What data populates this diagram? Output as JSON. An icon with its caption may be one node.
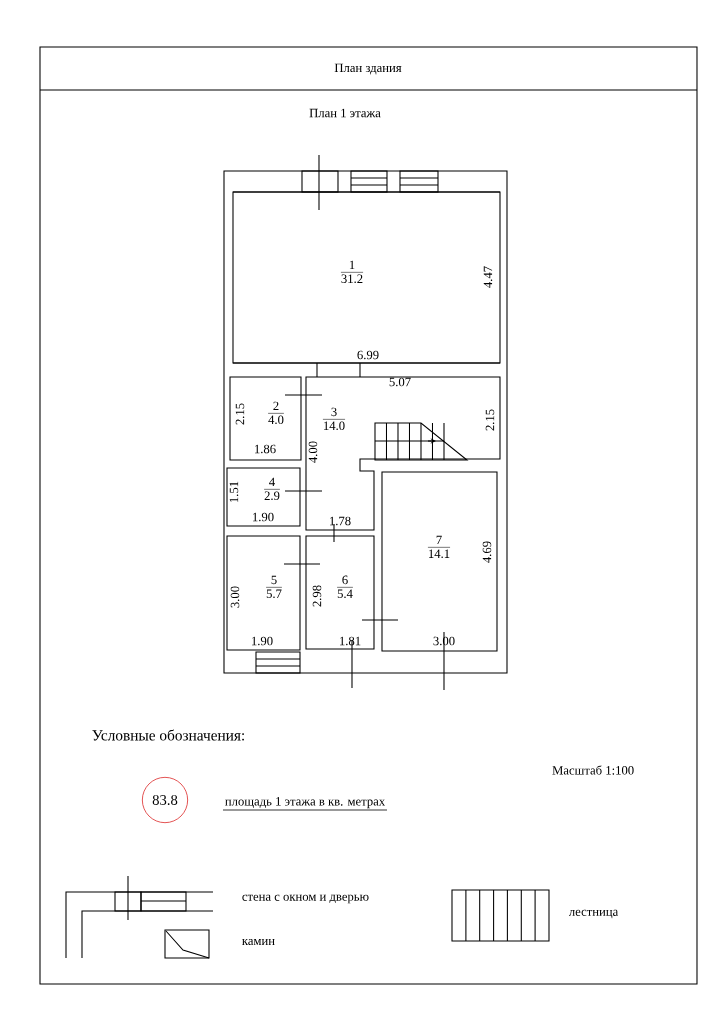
{
  "diagram": {
    "title": "План здания",
    "nodes": [
      {
        "text": [
          "1",
          "31.2"
        ]
      },
      {
        "text": [
          "2",
          "4.0"
        ]
      },
      {
        "text": [
          "3",
          "14.0"
        ]
      },
      {
        "text": [
          "4",
          "2.9"
        ]
      },
      {
        "text": [
          "5",
          "5.7"
        ]
      },
      {
        "text": [
          "6",
          "5.4"
        ]
      },
      {
        "text": [
          "7",
          "14.1"
        ]
      },
      {
        "text": [
          "83.8"
        ]
      }
    ],
    "labels": [
      "План 1 этажа",
      "4.47",
      "6.99",
      "5.07",
      "2.15",
      "1.86",
      "2.15",
      "4.00",
      "1.51",
      "1.90",
      "1.78",
      "3.00",
      "2.98",
      "4.69",
      "1.90",
      "1.81",
      "3.00",
      "Условные обозначения:",
      "Масштаб 1:100"
    ],
    "legend": [
      {
        "text": "площадь 1 этажа в кв. метрах"
      },
      {
        "text": "стена с окном и дверью"
      },
      {
        "text": "камин"
      },
      {
        "text": "лестница"
      }
    ]
  }
}
